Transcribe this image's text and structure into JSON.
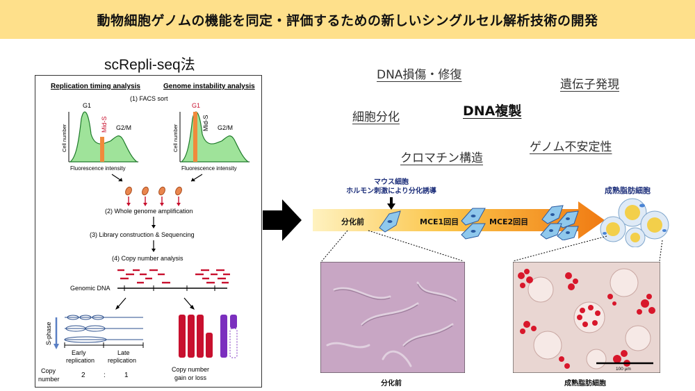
{
  "header": {
    "title": "動物細胞ゲノムの機能を同定・評価するための新しいシングルセル解析技術の開発"
  },
  "left_panel": {
    "method_title": "scRepli-seq法",
    "col1_header": "Replication timing analysis",
    "col2_header": "Genome instability analysis",
    "steps": {
      "facs": "(1) FACS sort",
      "wga": "(2) Whole genome amplification",
      "library": "(3) Library construction & Sequencing",
      "copy_number": "(4) Copy number analysis"
    },
    "histogram": {
      "y_label": "Cell number",
      "x_label": "Fluorescence intensity",
      "g1": "G1",
      "mid_s": "Mid-S",
      "g2m": "G2/M"
    },
    "genomic_dna": "Genomic DNA",
    "s_phase": "S-phase",
    "early": "Early",
    "early2": "replication",
    "late": "Late",
    "late2": "replication",
    "copy_label1": "Copy",
    "copy_label2": "number",
    "copy_val_2": "2",
    "colon": ":",
    "copy_val_1": "1",
    "gain_loss1": "Copy number",
    "gain_loss2": "gain or loss"
  },
  "keywords": {
    "dna_damage": "DNA損傷・修復",
    "gene_expression": "遺伝子発現",
    "cell_differentiation": "細胞分化",
    "dna_replication": "DNA複製",
    "genome_instability": "ゲノム不安定性",
    "chromatin": "クロマチン構造"
  },
  "flow": {
    "before": "分化前",
    "mce1": "MCE1回目",
    "mce2": "MCE2回目",
    "mature": "成熟脂肪細胞",
    "note1": "マウス細胞",
    "note2": "ホルモン刺激により分化誘導"
  },
  "photos": {
    "left_caption": "分化前",
    "right_caption": "成熟脂肪細胞",
    "scale_bar": "100 µm"
  },
  "colors": {
    "banner": "#fee08b",
    "arrow_start": "#fff2c0",
    "arrow_end": "#f07a12",
    "histogram_fill": "#9fe39a",
    "red_marker": "#c8102e",
    "purple_chrom": "#7b2fbe",
    "cell_blue": "#8fc8ec",
    "lipid_yellow": "#f3cf4a",
    "stain_red": "#d8172b"
  }
}
